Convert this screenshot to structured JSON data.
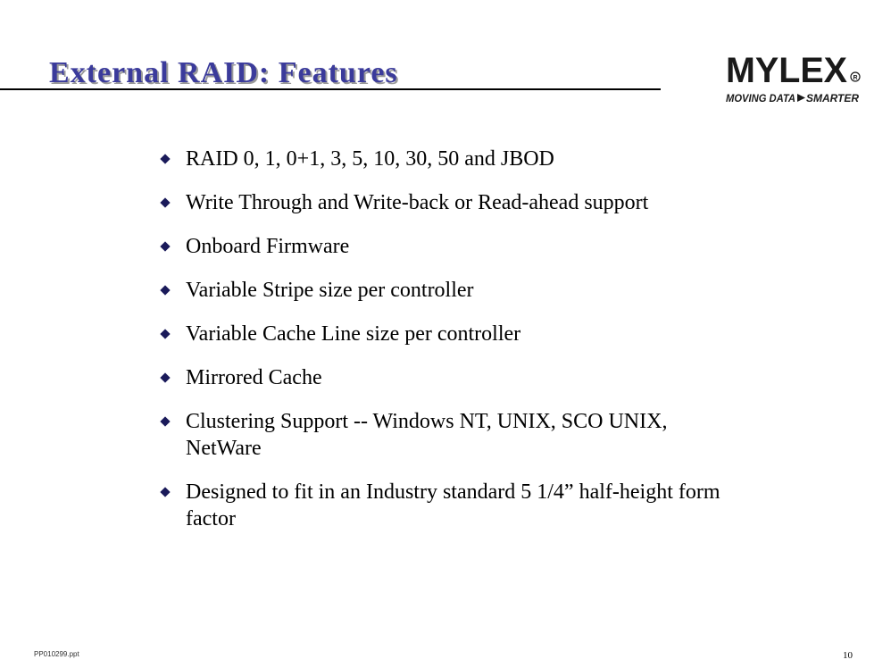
{
  "slide": {
    "title": "External RAID: Features",
    "title_color": "#3b3b9b",
    "bullet_color": "#1a1a5a",
    "bullets": [
      "RAID 0, 1, 0+1, 3, 5, 10, 30, 50 and JBOD",
      "Write Through and Write-back or Read-ahead support",
      "Onboard Firmware",
      "Variable Stripe size per controller",
      "Variable Cache Line size per controller",
      "Mirrored Cache",
      "Clustering Support -- Windows NT, UNIX, SCO UNIX, NetWare",
      "Designed to fit in an Industry standard 5 1/4” half-height form factor"
    ]
  },
  "logo": {
    "brand": "MYLEX",
    "registered": "R",
    "tagline_left": "MOVING DATA",
    "tagline_right": "SMARTER",
    "color": "#1a1a1a"
  },
  "footer": {
    "file_name": "PP010299.ppt",
    "page_number": "10"
  }
}
